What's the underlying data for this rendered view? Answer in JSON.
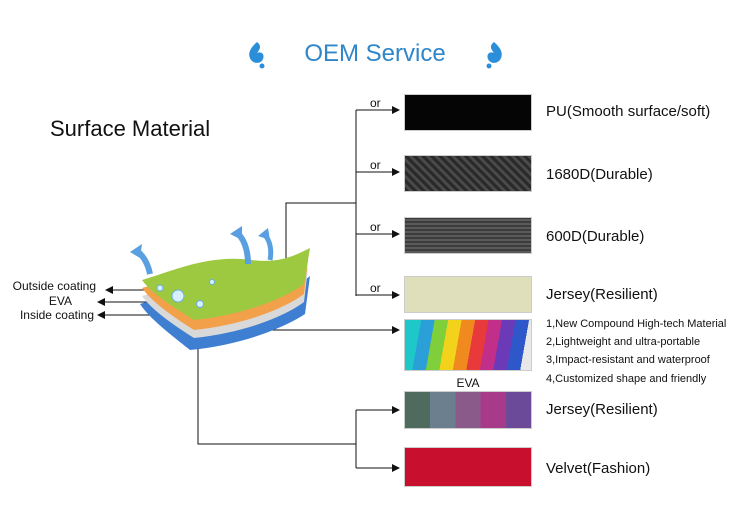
{
  "header": {
    "title": "OEM Service",
    "left_icon": "water-drop-icon",
    "right_icon": "water-drop-icon"
  },
  "heading": "Surface Material",
  "layers": {
    "outside": "Outside coating",
    "middle": "EVA",
    "inside": "Inside coating"
  },
  "connector_label": "or",
  "options_top": [
    {
      "label": "PU(Smooth surface/soft)",
      "swatch": "black-smooth-fabric"
    },
    {
      "label": "1680D(Durable)",
      "swatch": "dark-woven-fabric"
    },
    {
      "label": "600D(Durable)",
      "swatch": "grey-mesh-fabric"
    },
    {
      "label": "Jersey(Resilient)",
      "swatch": "light-green-jersey"
    }
  ],
  "eva": {
    "caption": "EVA",
    "features": [
      "1,New Compound High-tech Material",
      "2,Lightweight and ultra-portable",
      "3,Impact-resistant and waterproof",
      "4,Customized shape and friendly"
    ]
  },
  "options_inside": [
    {
      "label": "Jersey(Resilient)",
      "swatch": "colorful-jersey-stack"
    },
    {
      "label": "Velvet(Fashion)",
      "swatch": "red-velvet"
    }
  ],
  "colors": {
    "title": "#2f86c9",
    "lines": "#111111"
  }
}
